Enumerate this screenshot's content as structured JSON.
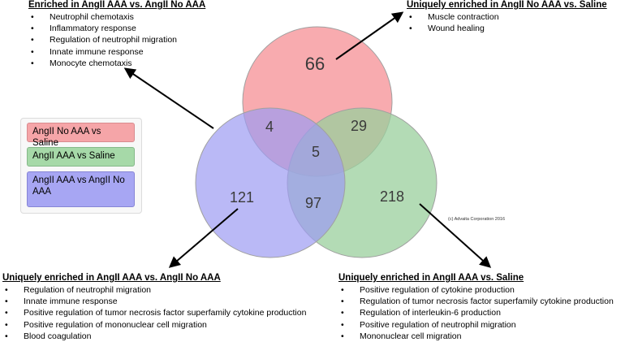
{
  "venn": {
    "counts": {
      "red_only": "66",
      "red_blue": "4",
      "red_green": "29",
      "center": "5",
      "blue_only": "121",
      "blue_green": "97",
      "green_only": "218"
    },
    "copyright": "(c) Advaita Corporation 2016",
    "colors": {
      "red": "#f7a2a6",
      "green": "#99cf9c",
      "blue": "#9d9bf2"
    }
  },
  "legend": {
    "items": [
      {
        "label": "AngII No AAA vs Saline",
        "color": "#f5a5a8"
      },
      {
        "label": "AngII AAA vs Saline",
        "color": "#a6d9a8"
      },
      {
        "label": "AngII AAA vs AngII No AAA",
        "color": "#a7a6f3"
      }
    ]
  },
  "blocks": {
    "top_left": {
      "title": "Enriched in AngII AAA vs. AngII No AAA",
      "items": [
        "Neutrophil chemotaxis",
        "Inflammatory response",
        "Regulation of neutrophil migration",
        "Innate immune response",
        "Monocyte chemotaxis"
      ]
    },
    "top_right": {
      "title": "Uniquely enriched in AngII No AAA vs. Saline",
      "items": [
        "Muscle contraction",
        "Wound healing"
      ]
    },
    "bottom_left": {
      "title": "Uniquely enriched in AngII AAA vs. AngII No AAA",
      "items": [
        "Regulation of neutrophil migration",
        "Innate immune response",
        "Positive regulation of tumor necrosis factor superfamily cytokine production",
        "Positive regulation of mononuclear cell migration",
        "Blood coagulation"
      ]
    },
    "bottom_right": {
      "title": "Uniquely enriched in AngII AAA vs. Saline",
      "items": [
        "Positive regulation of cytokine production",
        "Regulation of tumor necrosis factor superfamily cytokine production",
        "Regulation of interleukin-6 production",
        "Positive regulation of neutrophil migration",
        "Mononuclear cell migration"
      ]
    }
  }
}
